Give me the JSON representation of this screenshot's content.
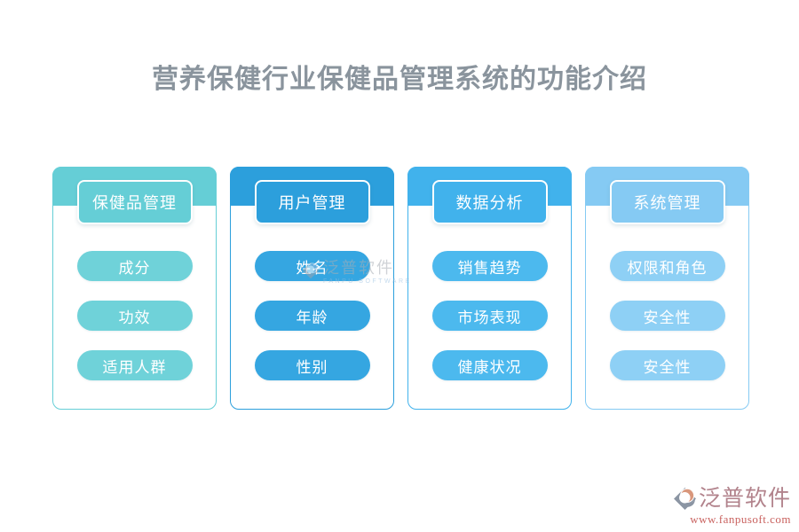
{
  "title": "营养保健行业保健品管理系统的功能介绍",
  "colors": {
    "title": "#8a949d",
    "background": "#ffffff",
    "footer_brand": "#b2838c",
    "footer_url": "#c9625f",
    "logo_gray": "#8b95a3",
    "logo_coral": "#d9977c",
    "watermark_brand": "#a8aeb5",
    "watermark_sub": "#92bbdf"
  },
  "cards": [
    {
      "header": "保健品管理",
      "band_color": "#65ced6",
      "pill_color": "#6fd2d9",
      "items": [
        "成分",
        "功效",
        "适用人群"
      ]
    },
    {
      "header": "用户管理",
      "band_color": "#2c9fdc",
      "pill_color": "#35a6e1",
      "items": [
        "姓名",
        "年龄",
        "性别"
      ]
    },
    {
      "header": "数据分析",
      "band_color": "#41b2ec",
      "pill_color": "#4cb9ee",
      "items": [
        "销售趋势",
        "市场表现",
        "健康状况"
      ]
    },
    {
      "header": "系统管理",
      "band_color": "#85caf3",
      "pill_color": "#8ed0f5",
      "items": [
        "权限和角色",
        "安全性",
        "安全性"
      ]
    }
  ],
  "watermark": {
    "brand": "泛普软件",
    "sub": "FANPU SOFTWARE"
  },
  "footer": {
    "brand": "泛普软件",
    "url": "www.fanpusoft.com"
  }
}
